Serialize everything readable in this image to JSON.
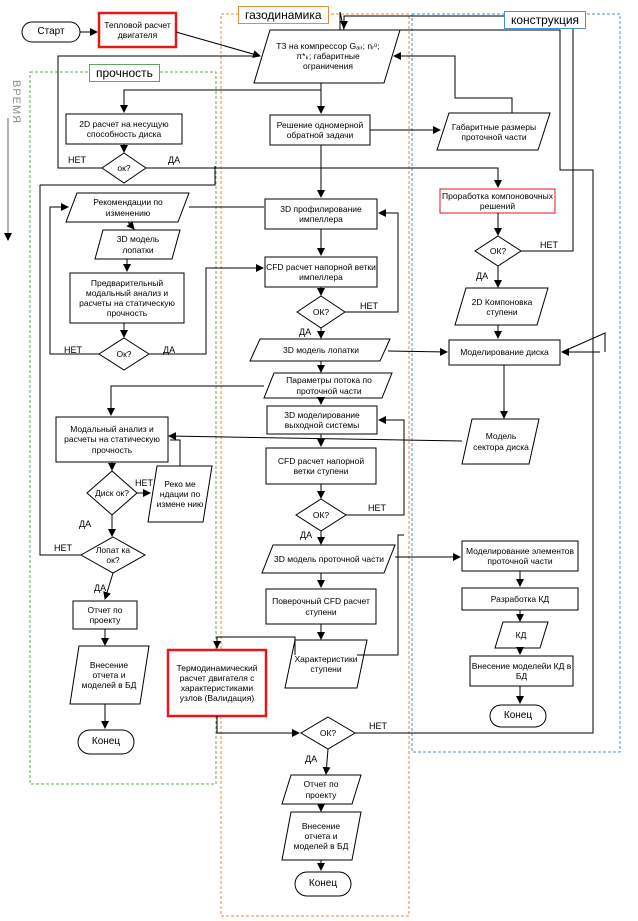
{
  "lanes": {
    "gasdynamics": "газодинамика",
    "design": "конструкция",
    "strength": "прочность"
  },
  "time_label": "ВРЕМЯ",
  "nodes": {
    "start": "Старт",
    "thermal_calc": "Тепловой расчет двигателя",
    "tz_compressor": "ТЗ на компрессор Gₐᵢᵣ; nᵣᵒ; π*ₖ; габаритные ограничения",
    "solve_1d": "Решение одномерной обратной задачи",
    "overall_dims": "Габаритные размеры проточной части",
    "calc_2d_disk": "2D расчет на несущую способность диска",
    "ok_strength_1": "ок?",
    "recommendations_1": "Рекомендации по изменению",
    "model_3d_blade_1": "3D модель лопатки",
    "prelim_modal": "Предварительный модальный анализ и расчеты на статическую прочность",
    "ok_strength_2": "Ок?",
    "profiling_3d": "3D профилирование импеллера",
    "cfd_impeller": "CFD расчет напорной ветки импеллера",
    "ok_gas_1": "ОК?",
    "model_3d_blade_2": "3D модель лопатки",
    "flow_params": "Параметры потока по проточной части",
    "outlet_3d": "3D моделирование выходной системы",
    "cfd_stage": "CFD расчет напорной ветки ступени",
    "ok_gas_2": "ОК?",
    "flowpath_3d": "3D модель проточной части",
    "surface_cfd": "Поверочный CFD расчет ступени",
    "stage_chars": "Характеристики ступени",
    "thermo_calc": "Термодинамический расчет двигателя с характеристиками узлов (Валидация)",
    "ok_gas_3": "ОК?",
    "report_gas": "Отчет по проекту",
    "db_gas": "Внесение отчета и моделей в БД",
    "end_gas": "Конец",
    "layout_dev": "Проработка компоновочных решений",
    "ok_design": "ОК?",
    "layout_2d": "2D Компоновка ступени",
    "disk_modeling": "Моделирование диска",
    "disk_sector": "Модель сектора диска",
    "flow_elements": "Моделирование элементов проточной части",
    "kd_dev": "Разработка КД",
    "kd": "КД",
    "kd_models_db": "Внесение моделейи КД в БД",
    "end_design": "Конец",
    "modal_static": "Модальный анализ и расчеты на статическую прочность",
    "disk_ok": "Диск ок?",
    "recommendations_2": "Реко ме ндации по измене нию",
    "blade_ok": "Лопат ка ок?",
    "report_strength": "Отчет по проекту",
    "db_strength": "Внесение отчета и моделей в БД",
    "end_strength": "Конец"
  },
  "edge_labels": {
    "yes": "ДА",
    "no": "НЕТ"
  },
  "colors": {
    "lane_gas": "#E98B3A",
    "lane_design": "#4A8FD8",
    "lane_strength": "#5FA45F",
    "highlight": "#E31A1C",
    "line": "#000000"
  }
}
